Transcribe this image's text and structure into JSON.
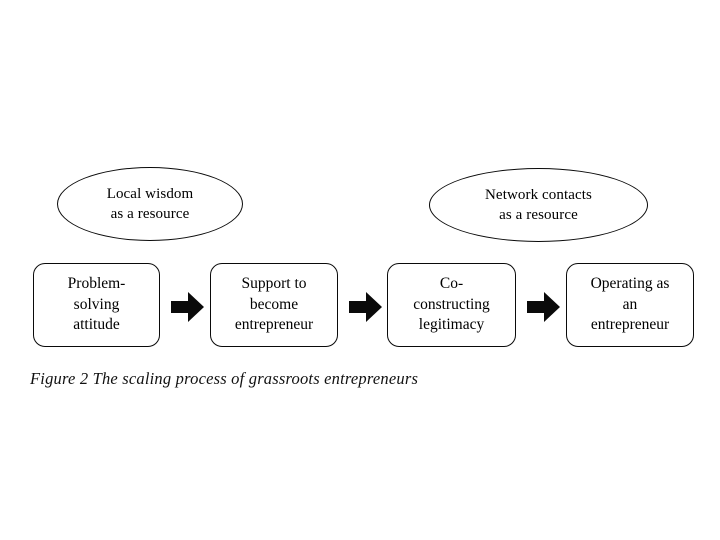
{
  "figure": {
    "caption": "Figure 2 The scaling process of grassroots entrepreneurs",
    "background_color": "#ffffff",
    "stroke_color": "#0a0a0a",
    "text_color": "#000000"
  },
  "resources": [
    {
      "id": "local-wisdom",
      "line1": "Local wisdom",
      "line2": "as a resource"
    },
    {
      "id": "network-contacts",
      "line1": "Network contacts",
      "line2": "as a resource"
    }
  ],
  "process_steps": [
    {
      "id": "problem-solving",
      "line1": "Problem-",
      "line2": "solving",
      "line3": "attitude"
    },
    {
      "id": "support-become",
      "line1": "Support to",
      "line2": "become",
      "line3": "entrepreneur"
    },
    {
      "id": "co-constructing",
      "line1": "Co-",
      "line2": "constructing",
      "line3": "legitimacy"
    },
    {
      "id": "operating-as",
      "line1": "Operating as",
      "line2": "an",
      "line3": "entrepreneur"
    }
  ],
  "connectors": [
    {
      "id": "arrow-1",
      "icon": "right-block-arrow-icon"
    },
    {
      "id": "arrow-2",
      "icon": "right-block-arrow-icon"
    },
    {
      "id": "arrow-3",
      "icon": "right-block-arrow-icon"
    }
  ]
}
